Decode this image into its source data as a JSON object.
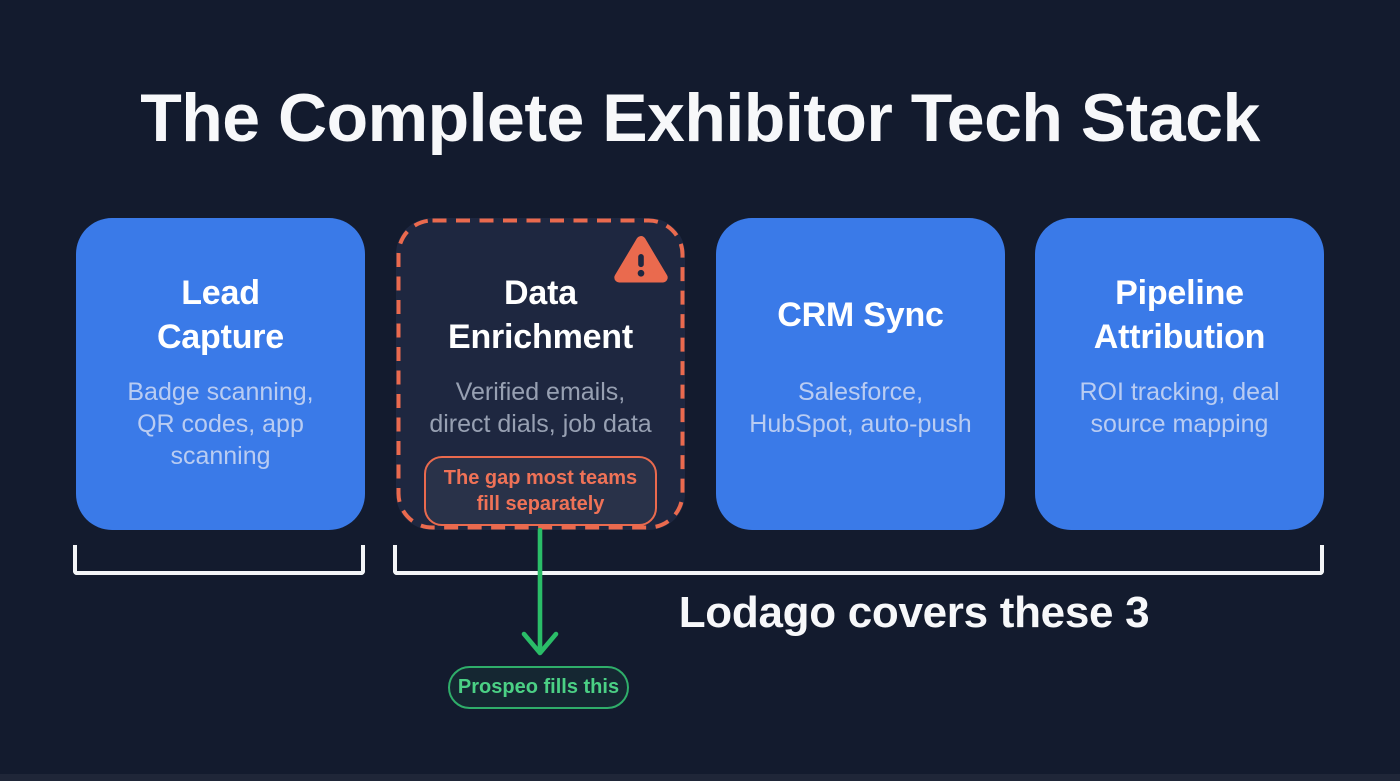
{
  "title": "The Complete Exhibitor Tech Stack",
  "cards": [
    {
      "title": "Lead\nCapture",
      "subtitle": "Badge scanning,\nQR codes, app\nscanning"
    },
    {
      "title": "Data\nEnrichment",
      "subtitle": "Verified emails,\ndirect dials, job data",
      "badge": "The gap most teams\nfill separately",
      "icon": "warning-triangle"
    },
    {
      "title": "CRM Sync",
      "subtitle": "Salesforce,\nHubSpot, auto-push"
    },
    {
      "title": "Pipeline\nAttribution",
      "subtitle": "ROI tracking, deal\nsource mapping"
    }
  ],
  "labels": {
    "lodago": "Lodago covers these 3",
    "prospeo": "Prospeo fills this"
  },
  "colors": {
    "background": "#131b2e",
    "card_blue": "#3a7ae8",
    "card_dark_bg": "#1e2740",
    "alert_orange": "#ea6a4e",
    "badge_text": "#ef7257",
    "green": "#2abd68",
    "green_border": "#2fae6a",
    "green_text": "#4bd085",
    "bracket_white": "#f3f5f7",
    "title_white": "#f7f8fa",
    "subtitle_blue": "#b9ccf2",
    "subtitle_gray": "#97a0b2"
  }
}
